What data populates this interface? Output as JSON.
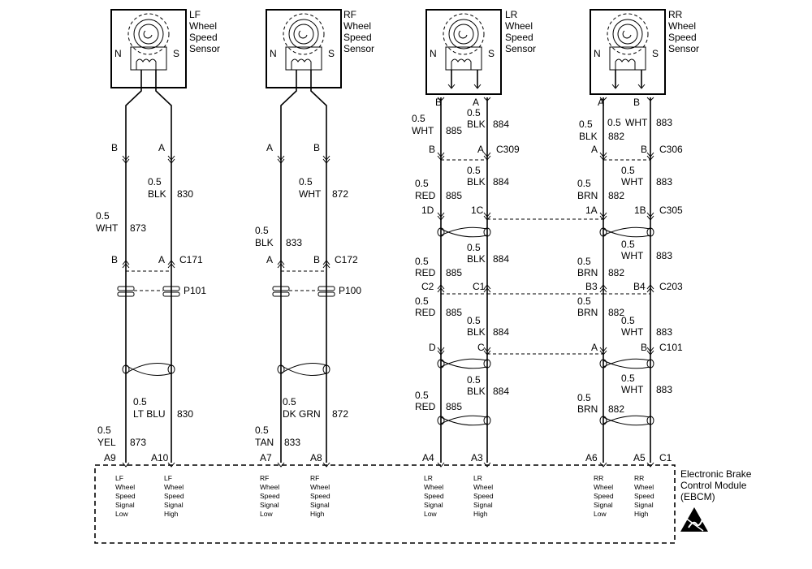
{
  "sensors": [
    {
      "id": "lf",
      "title": [
        "LF",
        "Wheel",
        "Speed",
        "Sensor"
      ]
    },
    {
      "id": "rf",
      "title": [
        "RF",
        "Wheel",
        "Speed",
        "Sensor"
      ]
    },
    {
      "id": "lr",
      "title": [
        "LR",
        "Wheel",
        "Speed",
        "Sensor"
      ]
    },
    {
      "id": "rr",
      "title": [
        "RR",
        "Wheel",
        "Speed",
        "Sensor"
      ]
    }
  ],
  "pole_labels": {
    "north": "N",
    "south": "S"
  },
  "connectors": {
    "c171": "C171",
    "c172": "C172",
    "p101": "P101",
    "p100": "P100",
    "c309": "C309",
    "c306": "C306",
    "c305": "C305",
    "c203": "C203",
    "c101": "C101",
    "c1": "C1"
  },
  "pins": {
    "lf_b": "B",
    "lf_a": "A",
    "lf_c171_b": "B",
    "lf_c171_a": "A",
    "lf_a9": "A9",
    "lf_a10": "A10",
    "rf_a": "A",
    "rf_b": "B",
    "rf_c172_a": "A",
    "rf_c172_b": "B",
    "rf_a7": "A7",
    "rf_a8": "A8",
    "lr_sensor_b": "B",
    "lr_sensor_a": "A",
    "lr_c309_b": "B",
    "lr_c309_a": "A",
    "lr_1d": "1D",
    "lr_1c": "1C",
    "lr_c2": "C2",
    "lr_c1": "C1",
    "lr_d": "D",
    "lr_c": "C",
    "lr_a4": "A4",
    "lr_a3": "A3",
    "rr_sensor_a": "A",
    "rr_sensor_b": "B",
    "rr_c306_a": "A",
    "rr_c306_b": "B",
    "rr_1a": "1A",
    "rr_1b": "1B",
    "rr_b3": "B3",
    "rr_b4": "B4",
    "rr_c101_a": "A",
    "rr_c101_b": "B",
    "rr_a6": "A6",
    "rr_a5": "A5"
  },
  "wires": {
    "lf_blk": [
      "0.5",
      "BLK",
      "830"
    ],
    "lf_wht": [
      "0.5",
      "WHT",
      "873"
    ],
    "lf_ltblu": [
      "0.5",
      "LT BLU",
      "830"
    ],
    "lf_yel": [
      "0.5",
      "YEL",
      "873"
    ],
    "rf_wht": [
      "0.5",
      "WHT",
      "872"
    ],
    "rf_blk": [
      "0.5",
      "BLK",
      "833"
    ],
    "rf_dkgrn": [
      "0.5",
      "DK GRN",
      "872"
    ],
    "rf_tan": [
      "0.5",
      "TAN",
      "833"
    ],
    "lr_wht1": [
      "0.5",
      "WHT",
      "885"
    ],
    "lr_blk1": [
      "0.5",
      "BLK",
      "884"
    ],
    "lr_red2": [
      "0.5",
      "RED",
      "885"
    ],
    "lr_blk2": [
      "0.5",
      "BLK",
      "884"
    ],
    "lr_red3": [
      "0.5",
      "RED",
      "885"
    ],
    "lr_blk3": [
      "0.5",
      "BLK",
      "884"
    ],
    "lr_red4": [
      "0.5",
      "RED",
      "885"
    ],
    "lr_blk4": [
      "0.5",
      "BLK",
      "884"
    ],
    "lr_red5": [
      "0.5",
      "RED",
      "885"
    ],
    "lr_blk5": [
      "0.5",
      "BLK",
      "884"
    ],
    "rr_blk1": [
      "0.5",
      "BLK",
      "882"
    ],
    "rr_wht1": [
      "0.5",
      "WHT",
      "883"
    ],
    "rr_brn2": [
      "0.5",
      "BRN",
      "882"
    ],
    "rr_wht2": [
      "0.5",
      "WHT",
      "883"
    ],
    "rr_brn3": [
      "0.5",
      "BRN",
      "882"
    ],
    "rr_wht3": [
      "0.5",
      "WHT",
      "883"
    ],
    "rr_brn4": [
      "0.5",
      "BRN",
      "882"
    ],
    "rr_wht4": [
      "0.5",
      "WHT",
      "883"
    ],
    "rr_brn5": [
      "0.5",
      "BRN",
      "882"
    ],
    "rr_wht5": [
      "0.5",
      "WHT",
      "883"
    ]
  },
  "ebcm": {
    "name": [
      "Electronic Brake",
      "Control Module",
      "(EBCM)"
    ],
    "signals": [
      [
        "LF",
        "Wheel",
        "Speed",
        "Signal",
        "Low"
      ],
      [
        "LF",
        "Wheel",
        "Speed",
        "Signal",
        "High"
      ],
      [
        "RF",
        "Wheel",
        "Speed",
        "Signal",
        "Low"
      ],
      [
        "RF",
        "Wheel",
        "Speed",
        "Signal",
        "High"
      ],
      [
        "LR",
        "Wheel",
        "Speed",
        "Signal",
        "Low"
      ],
      [
        "LR",
        "Wheel",
        "Speed",
        "Signal",
        "High"
      ],
      [
        "RR",
        "Wheel",
        "Speed",
        "Signal",
        "Low"
      ],
      [
        "RR",
        "Wheel",
        "Speed",
        "Signal",
        "High"
      ]
    ]
  }
}
